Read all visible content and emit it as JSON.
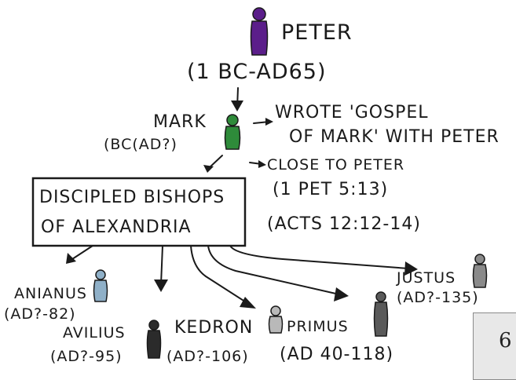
{
  "people": {
    "peter": {
      "name": "PETER",
      "dates": "(1 BC-AD65)",
      "color": "#5b1e8a"
    },
    "mark": {
      "name": "MARK",
      "dates": "(BC(AD?)",
      "color": "#2e8b3a"
    },
    "anianus": {
      "name": "ANIANUS",
      "dates": "(AD?-82)",
      "color": "#8fb0c8"
    },
    "avilius": {
      "name": "AVILIUS",
      "dates": "(AD?-95)",
      "color": "#2b2b2b"
    },
    "kedron": {
      "name": "KEDRON",
      "dates": "(AD?-106)",
      "color": "#2b2b2b"
    },
    "primus": {
      "name": "PRIMUS",
      "dates": "(AD 40-118)",
      "color": "#b9b9b9"
    },
    "justus": {
      "name": "JUSTUS",
      "dates": "(AD?-135)",
      "color": "#8a8a8a"
    }
  },
  "notes": {
    "gospel_line1": "WROTE 'GOSPEL",
    "gospel_line2": "OF MARK' WITH PETER",
    "close_line1": "CLOSE TO PETER",
    "close_line2": "(1 PET 5:13)",
    "close_line3": "(ACTS 12:12-14)"
  },
  "box": {
    "line1": "DISCIPLED BISHOPS",
    "line2": "OF ALEXANDRIA"
  },
  "page_number": "6"
}
